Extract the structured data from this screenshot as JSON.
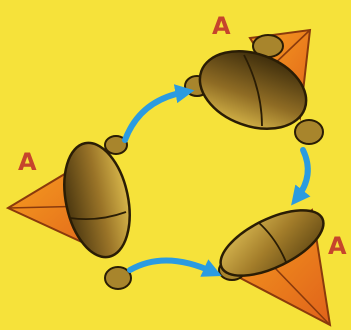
{
  "diagram": {
    "vertex_labels": {
      "left": "A",
      "top": "A",
      "right": "A"
    },
    "arrow_count": 3,
    "colors": {
      "background": "#f6e23a",
      "pyramid": "#f08a1a",
      "pyramid_edge": "#8a3a0c",
      "arrow": "#2b9be0",
      "label": "#c6452c",
      "ellipsoid": "#7a5a1c"
    }
  }
}
